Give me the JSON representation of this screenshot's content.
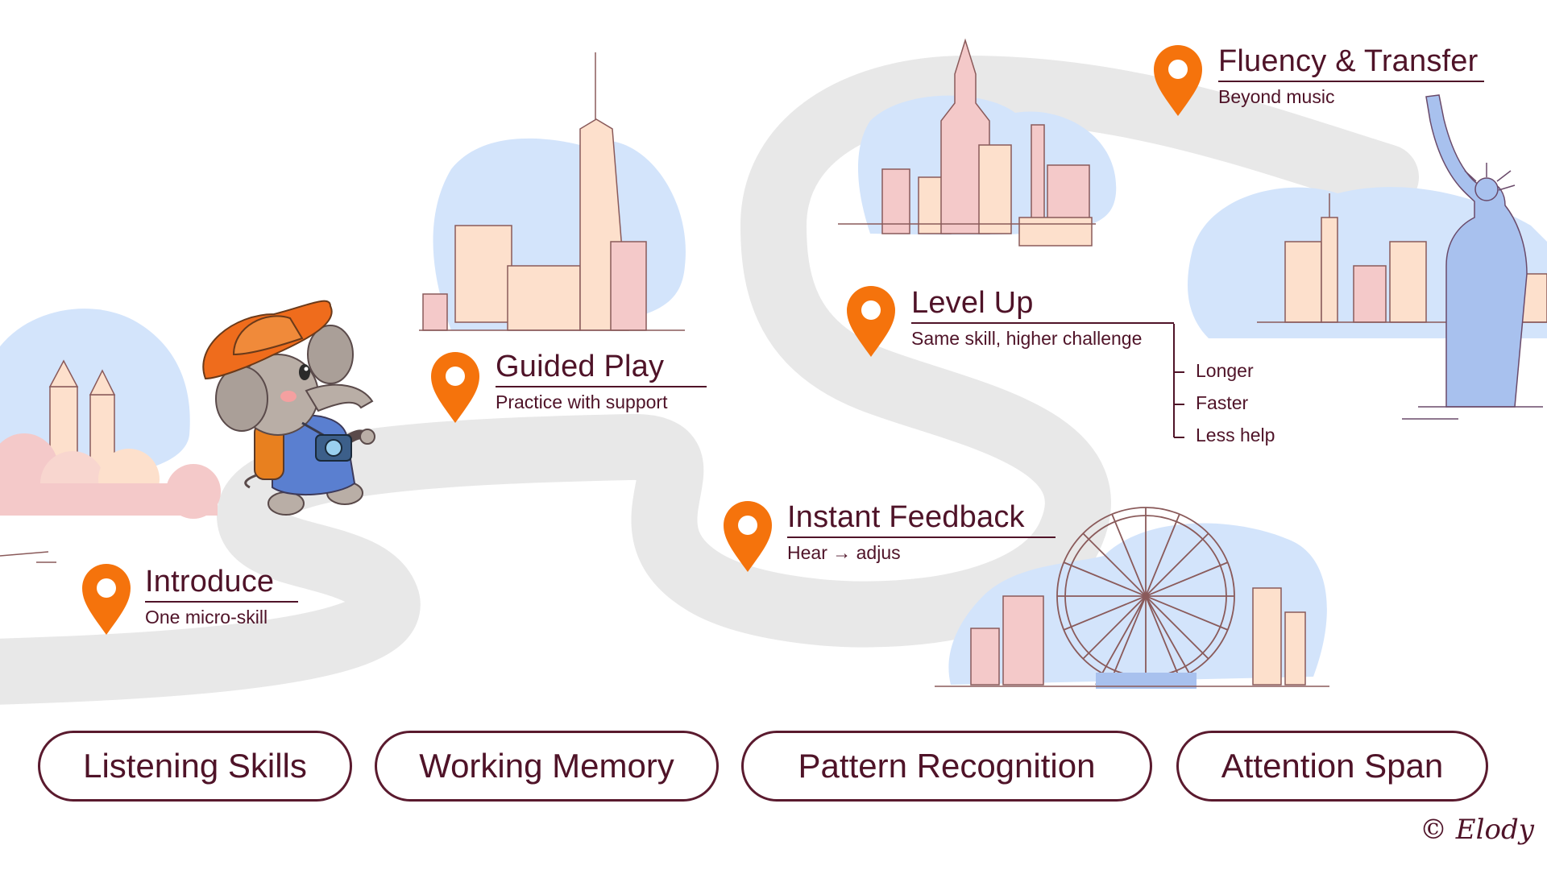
{
  "stops": {
    "introduce": {
      "title": "Introduce",
      "subtitle": "One micro-skill"
    },
    "guided_play": {
      "title": "Guided Play",
      "subtitle": "Practice with support"
    },
    "instant_feedback": {
      "title": "Instant Feedback",
      "subtitle": "Hear → adjus"
    },
    "level_up": {
      "title": "Level Up",
      "subtitle": "Same skill, higher challenge",
      "items": [
        "Longer",
        "Faster",
        "Less help"
      ]
    },
    "fluency": {
      "title": "Fluency & Transfer",
      "subtitle": "Beyond music"
    }
  },
  "skills": [
    "Listening Skills",
    "Working Memory",
    "Pattern Recognition",
    "Attention Span"
  ],
  "copyright": "© Elody",
  "icons": [
    "map-pin-icon",
    "elephant-mascot",
    "camera-icon",
    "statue-of-liberty",
    "ferris-wheel",
    "city-skyline"
  ],
  "colors": {
    "pin": "#f5730c",
    "text": "#4f1328",
    "road": "#e8e8e8",
    "sky": "#d3e4fb",
    "building_pink": "#f4c9c9",
    "building_peach": "#fde0cc",
    "statue": "#a8c1ee"
  }
}
